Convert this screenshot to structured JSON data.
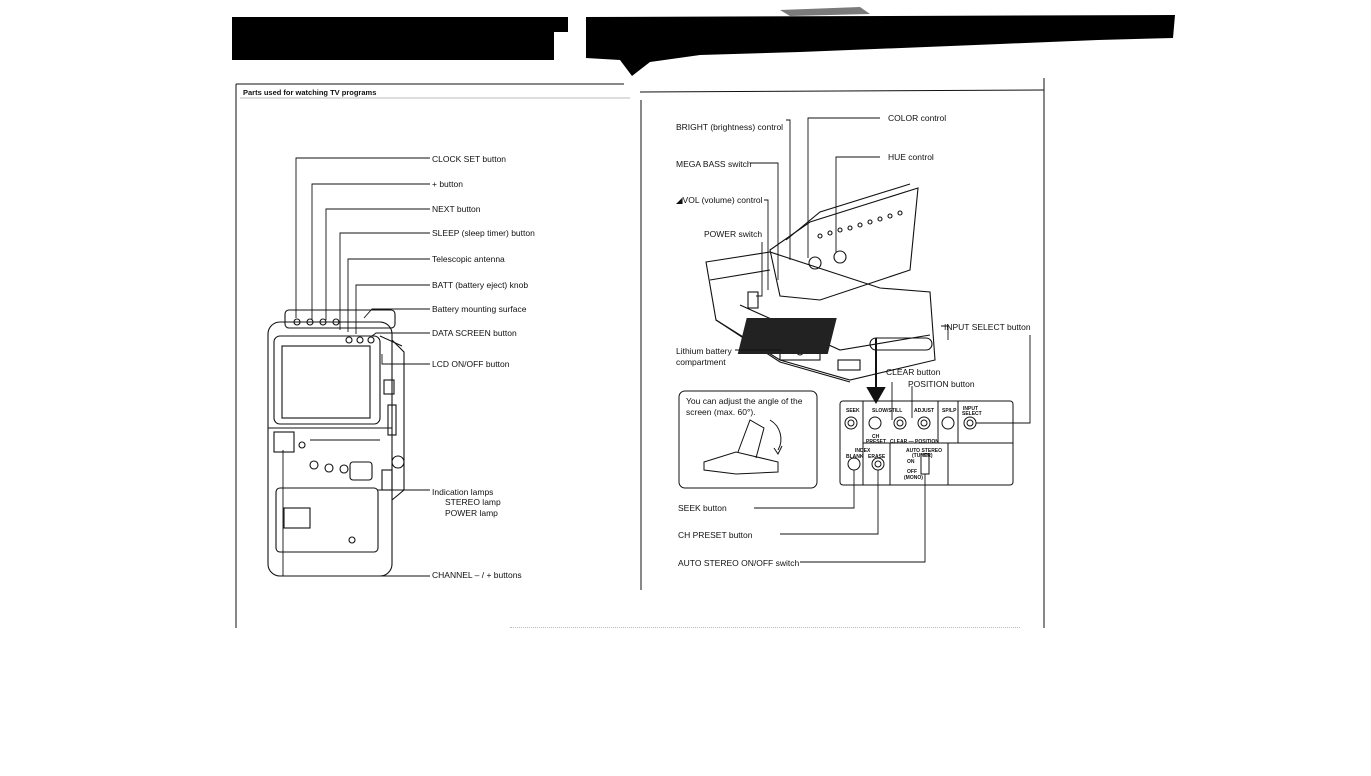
{
  "section_title": "Parts used for watching TV programs",
  "left_labels": {
    "clock_set": "CLOCK SET button",
    "plus": "+ button",
    "next": "NEXT button",
    "sleep": "SLEEP (sleep timer) button",
    "antenna": "Telescopic antenna",
    "batt": "BATT (battery eject) knob",
    "battery_surface": "Battery mounting surface",
    "data_screen": "DATA SCREEN button",
    "lcd": "LCD ON/OFF button",
    "indication": "Indication lamps",
    "stereo_lamp": "STEREO lamp",
    "power_lamp": "POWER lamp",
    "channel": "CHANNEL – / + buttons"
  },
  "right_labels": {
    "bright": "BRIGHT (brightness) control",
    "color": "COLOR control",
    "mega_bass": "MEGA BASS switch",
    "hue": "HUE control",
    "vol": "VOL (volume) control",
    "power_switch": "POWER switch",
    "input_select": "INPUT SELECT button",
    "lithium_1": "Lithium battery",
    "lithium_2": "compartment",
    "clear": "CLEAR button",
    "position": "POSITION button",
    "seek": "SEEK button",
    "ch_preset": "CH PRESET button",
    "auto_stereo": "AUTO STEREO ON/OFF switch"
  },
  "note_text": "You can adjust the angle of the screen (max. 60°).",
  "panel_labels": {
    "seek": "SEEK",
    "slow_still": "SLOW/STILL",
    "adjust": "ADJUST",
    "sp_lp": "SP/LP",
    "input": "INPUT",
    "select": "SELECT",
    "ch": "CH",
    "preset": "PRESET",
    "clear_position": "CLEAR — POSITION",
    "index": "INDEX",
    "blank": "BLANK",
    "erase": "ERASE",
    "auto_stereo": "AUTO STEREO",
    "tuner": "(TUNER)",
    "on": "ON",
    "off": "OFF",
    "mono": "(MONO)"
  }
}
